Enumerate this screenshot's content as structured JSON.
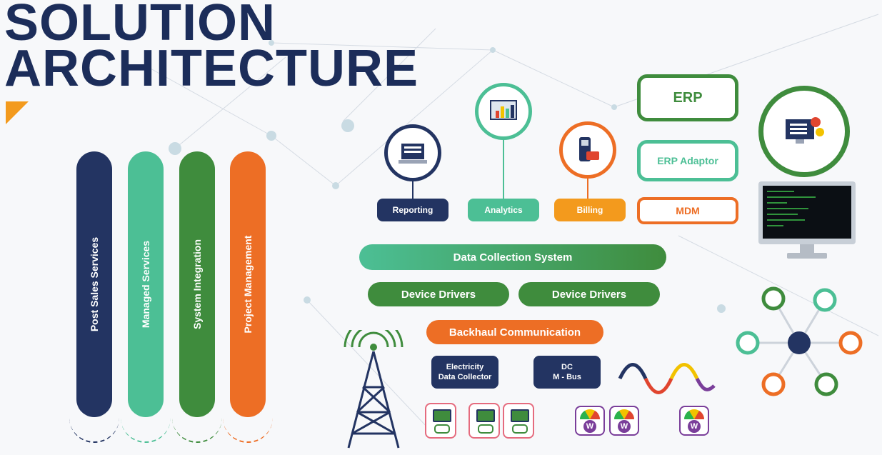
{
  "title": {
    "line1": "SOLUTION",
    "line2": "ARCHITECTURE"
  },
  "services": [
    {
      "label": "Post Sales Services",
      "color": "#233462"
    },
    {
      "label": "Managed Services",
      "color": "#4cbf95"
    },
    {
      "label": "System Integration",
      "color": "#3f8c3d"
    },
    {
      "label": "Project Management",
      "color": "#ed6e25"
    }
  ],
  "apps": {
    "reporting": "Reporting",
    "analytics": "Analytics",
    "billing": "Billing"
  },
  "enterprise": {
    "erp": "ERP",
    "erp_adaptor": "ERP Adaptor",
    "mdm": "MDM"
  },
  "layers": {
    "data_collection": "Data Collection System",
    "device_drivers_1": "Device Drivers",
    "device_drivers_2": "Device Drivers",
    "backhaul": "Backhaul Communication"
  },
  "collectors": {
    "electricity_line1": "Electricity",
    "electricity_line2": "Data Collector",
    "dc_line1": "DC",
    "dc_line2": "M - Bus"
  },
  "gauge_letter": "W",
  "colors": {
    "navy": "#233462",
    "teal": "#4cbf95",
    "green": "#3f8c3d",
    "orange": "#ed6e25"
  }
}
